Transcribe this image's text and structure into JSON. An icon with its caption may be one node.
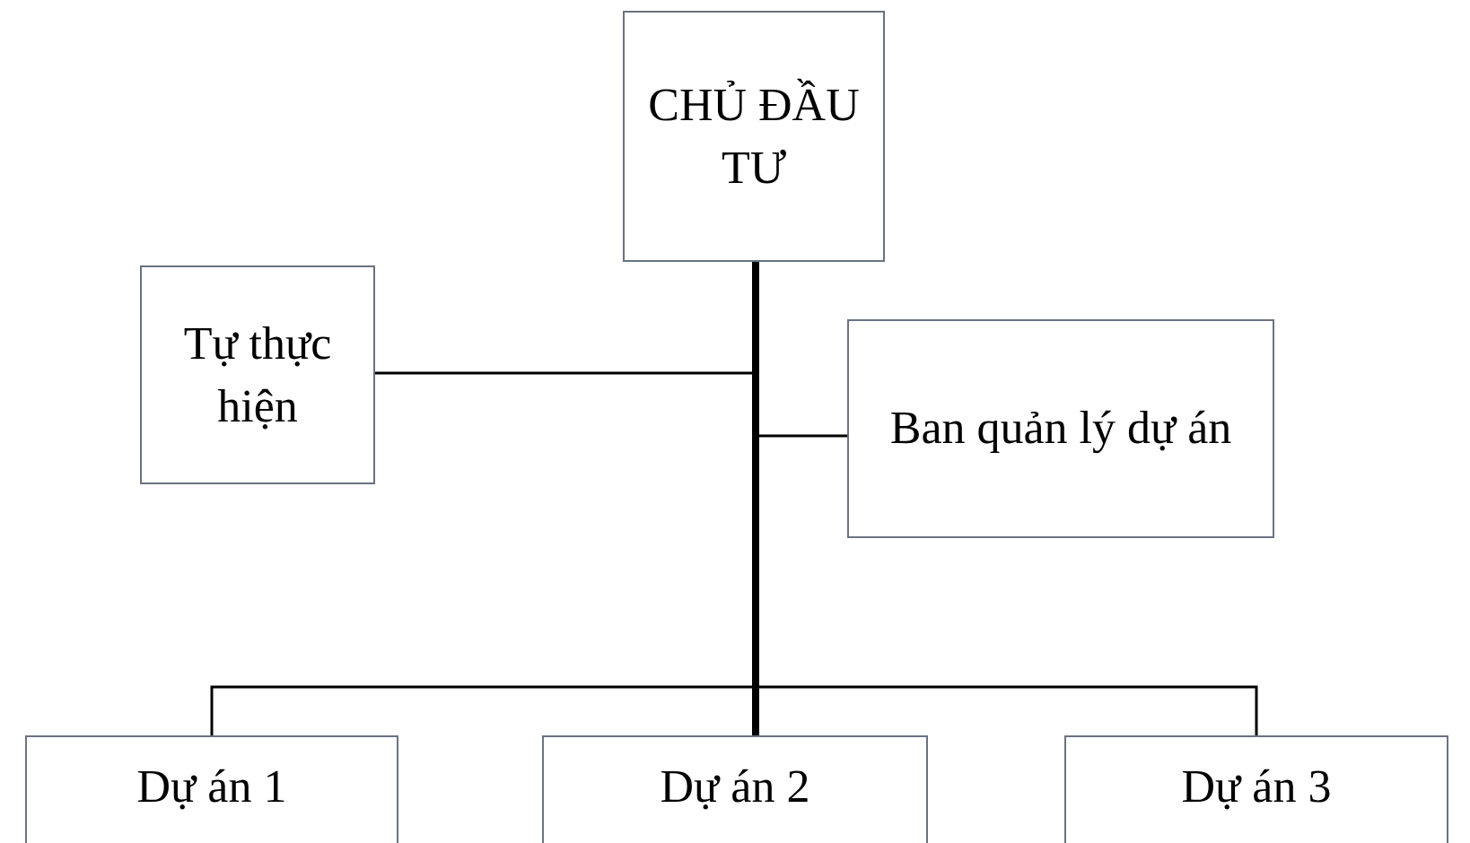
{
  "diagram": {
    "nodes": [
      {
        "text": [
          "CHỦ ĐẦU TƯ"
        ]
      },
      {
        "text": [
          "Tự thực hiện"
        ]
      },
      {
        "text": [
          "Ban quản lý dự án"
        ]
      },
      {
        "text": [
          "Dự án 1"
        ]
      },
      {
        "text": [
          "Dự án 2"
        ]
      },
      {
        "text": [
          "Dự án 3"
        ]
      }
    ],
    "edges": [
      {
        "from": 0,
        "to": 1,
        "arrow": "none"
      },
      {
        "from": 0,
        "to": 2,
        "arrow": "none"
      },
      {
        "from": 0,
        "to": 3,
        "arrow": "none"
      },
      {
        "from": 0,
        "to": 4,
        "arrow": "none",
        "style": "thick"
      },
      {
        "from": 0,
        "to": 5,
        "arrow": "none"
      }
    ]
  }
}
